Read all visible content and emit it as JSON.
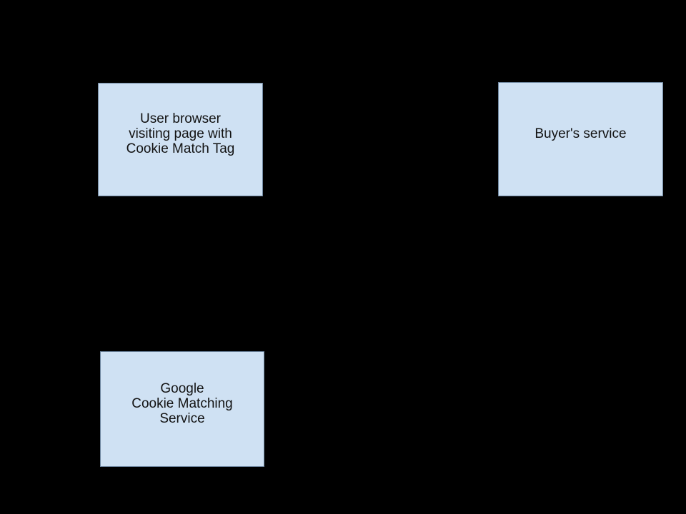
{
  "page": {
    "background_color": "#000000"
  },
  "diagram": {
    "node_fill_color": "#cfe1f3",
    "node_border_color": "#6f87a0",
    "node_text_color": "#121212",
    "nodes": [
      {
        "id": "user-browser",
        "lines": [
          "User browser",
          "visiting page with",
          "Cookie Match Tag"
        ]
      },
      {
        "id": "buyers-service",
        "lines": [
          "Buyer's service"
        ]
      },
      {
        "id": "google-cookie-matching-service",
        "lines": [
          "Google",
          "Cookie Matching",
          "Service"
        ]
      }
    ]
  }
}
